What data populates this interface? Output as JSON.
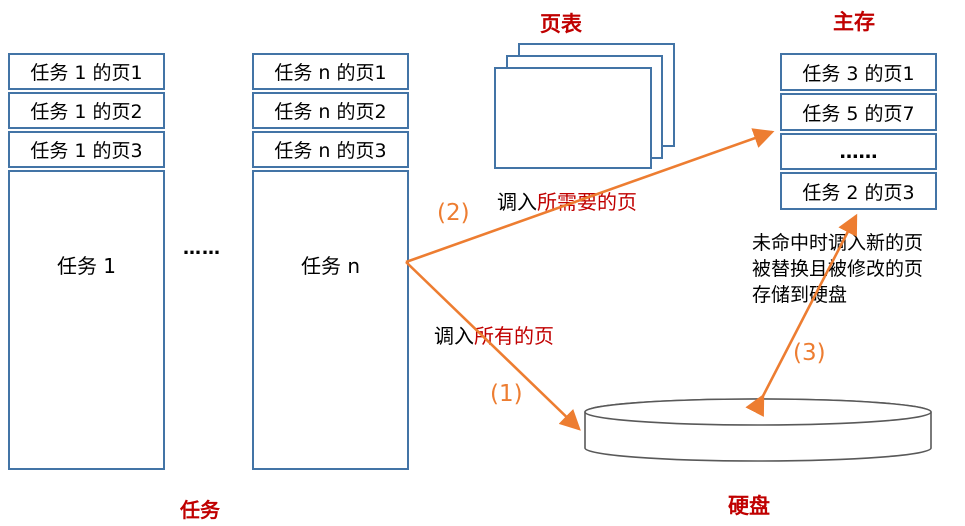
{
  "diagram": {
    "colors": {
      "box_border": "#4374a6",
      "red_text": "#c00000",
      "arrow_orange": "#ed7d31",
      "cylinder_stroke": "#595959"
    },
    "task1": {
      "pages": [
        "任务 1 的页1",
        "任务 1 的页2",
        "任务 1 的页3"
      ],
      "label": "任务 1"
    },
    "taskn": {
      "pages": [
        "任务 n 的页1",
        "任务 n 的页2",
        "任务 n 的页3"
      ],
      "label": "任务 n"
    },
    "between_ellipsis": "……",
    "tasks_caption": "任务",
    "page_table_title": "页表",
    "main_memory": {
      "title": "主存",
      "rows": [
        "任务 3 的页1",
        "任务 5 的页7",
        "……",
        "任务 2 的页3"
      ]
    },
    "disk_caption": "硬盘",
    "annotations": {
      "load_needed_prefix": "调入",
      "load_needed_red": "所需要的页",
      "load_all_prefix": "调入",
      "load_all_red": "所有的页",
      "miss_line1": "未命中时调入新的页",
      "miss_line2": "被替换且被修改的页",
      "miss_line3": "存储到硬盘",
      "label1": "(1)",
      "label2": "(2)",
      "label3": "(3)"
    }
  }
}
